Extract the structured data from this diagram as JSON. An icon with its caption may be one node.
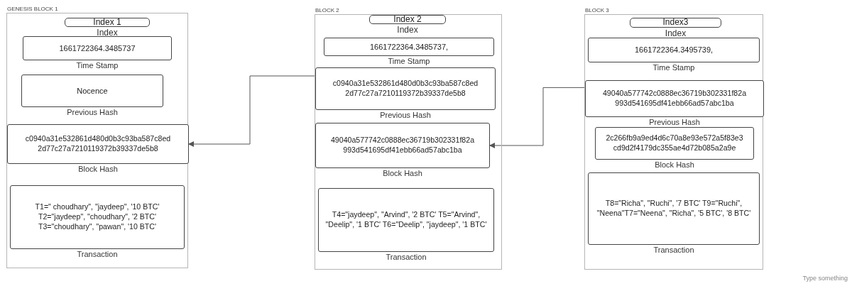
{
  "diagram": {
    "nodes": [
      {
        "text": [
          "GENESIS BLOCK 1"
        ]
      },
      {
        "text": [
          "Index 1"
        ],
        "in": 0,
        "beside": [
          "Index"
        ]
      },
      {
        "text": [
          "1661722364.3485737"
        ],
        "in": 0,
        "beside": [
          "Time Stamp"
        ]
      },
      {
        "text": [
          "Nocence"
        ],
        "in": 0,
        "beside": [
          "Previous Hash"
        ]
      },
      {
        "text": [
          "c0940a31e532861d480d0b3c93ba587c8ed 2d77c27a7210119372b39337de5b8"
        ],
        "in": 0,
        "beside": [
          "Block Hash"
        ]
      },
      {
        "text": [
          "T1=\" choudhary\", \"jaydeep\", '10 BTC' T2=\"jaydeep\", \"choudhary\", '2 BTC' T3=\"choudhary\", \"pawan\", '10 BTC'"
        ],
        "in": 0,
        "beside": [
          "Transaction"
        ]
      },
      {
        "text": [
          "BLOCK 2"
        ]
      },
      {
        "text": [
          "Index 2"
        ],
        "in": 6,
        "beside": [
          "Index"
        ]
      },
      {
        "text": [
          "1661722364.3485737,"
        ],
        "in": 6,
        "beside": [
          "Time Stamp"
        ]
      },
      {
        "text": [
          "c0940a31e532861d480d0b3c93ba587c8ed 2d77c27a7210119372b39337de5b8"
        ],
        "in": 6,
        "beside": [
          "Previous Hash"
        ]
      },
      {
        "text": [
          "49040a577742c0888ec36719b302331f82a 993d541695df41ebb66ad57abc1ba"
        ],
        "in": 6,
        "beside": [
          "Block Hash"
        ]
      },
      {
        "text": [
          "T4=\"jaydeep\", \"Arvind\", '2 BTC' T5=\"Arvind\", \"Deelip\", '1 BTC' T6=\"Deelip\", \"jaydeep\", '1 BTC'"
        ],
        "in": 6,
        "beside": [
          "Transaction"
        ]
      },
      {
        "text": [
          "BLOCK 3"
        ]
      },
      {
        "text": [
          "Index3"
        ],
        "in": 12,
        "beside": [
          "Index"
        ]
      },
      {
        "text": [
          "1661722364.3495739,"
        ],
        "in": 12,
        "beside": [
          "Time Stamp"
        ]
      },
      {
        "text": [
          "49040a577742c0888ec36719b302331f82a 993d541695df41ebb66ad57abc1ba"
        ],
        "in": 12,
        "beside": [
          "Previous Hash"
        ]
      },
      {
        "text": [
          "2c266fb9a9ed4d6c70a8e93e572a5f83e3 cd9d2f4179dc355ae4d72b085a2a9e"
        ],
        "in": 12,
        "beside": [
          "Block Hash"
        ]
      },
      {
        "text": [
          "T8=\"Richa\", \"Ruchi\", '7 BTC' T9=\"Ruchi\", \"Neena\"T7=\"Neena\", \"Richa\", '5 BTC', '8 BTC'"
        ],
        "in": 12,
        "beside": [
          "Transaction"
        ]
      }
    ],
    "edges": [
      {
        "from": 9,
        "to": 4,
        "arrow": "to"
      },
      {
        "from": 15,
        "to": 10,
        "arrow": "to"
      }
    ],
    "labels": [
      "Type something"
    ]
  }
}
